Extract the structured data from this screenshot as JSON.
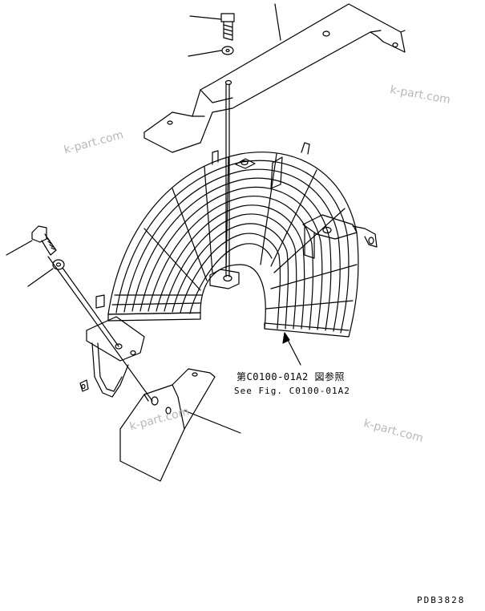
{
  "reference": {
    "jp": "第C0100-01A2 図参照",
    "en": "See Fig. C0100-01A2"
  },
  "drawing_number": "PDB3828",
  "watermarks": [
    "k-part.com",
    "k-part.com",
    "k-part.com",
    "k-part.com"
  ]
}
